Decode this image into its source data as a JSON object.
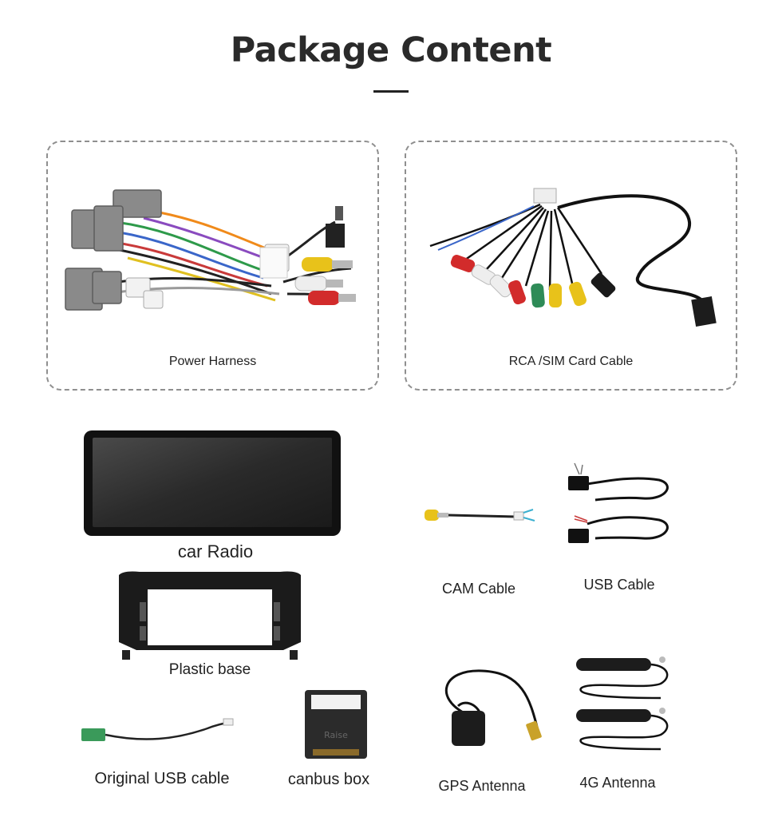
{
  "header": {
    "title": "Package Content"
  },
  "items": {
    "power_harness": "Power Harness",
    "rca_sim_cable": "RCA /SIM Card Cable",
    "car_radio": "car Radio",
    "plastic_base": "Plastic base",
    "cam_cable": "CAM Cable",
    "usb_cable": "USB Cable",
    "original_usb_cable": "Original USB cable",
    "canbus_box": "canbus box",
    "gps_antenna": "GPS Antenna",
    "antenna_4g": "4G Antenna"
  },
  "box_labels": {
    "canbus_brand": "Raise"
  },
  "colors": {
    "connector_gray": "#8a8a8a",
    "rca_red": "#d22b2b",
    "rca_yellow": "#e8c21a",
    "rca_white": "#eeeeee",
    "rca_green": "#2e8b57",
    "usb_green": "#3a9a5a",
    "screen_dark": "#1a1a1a"
  }
}
